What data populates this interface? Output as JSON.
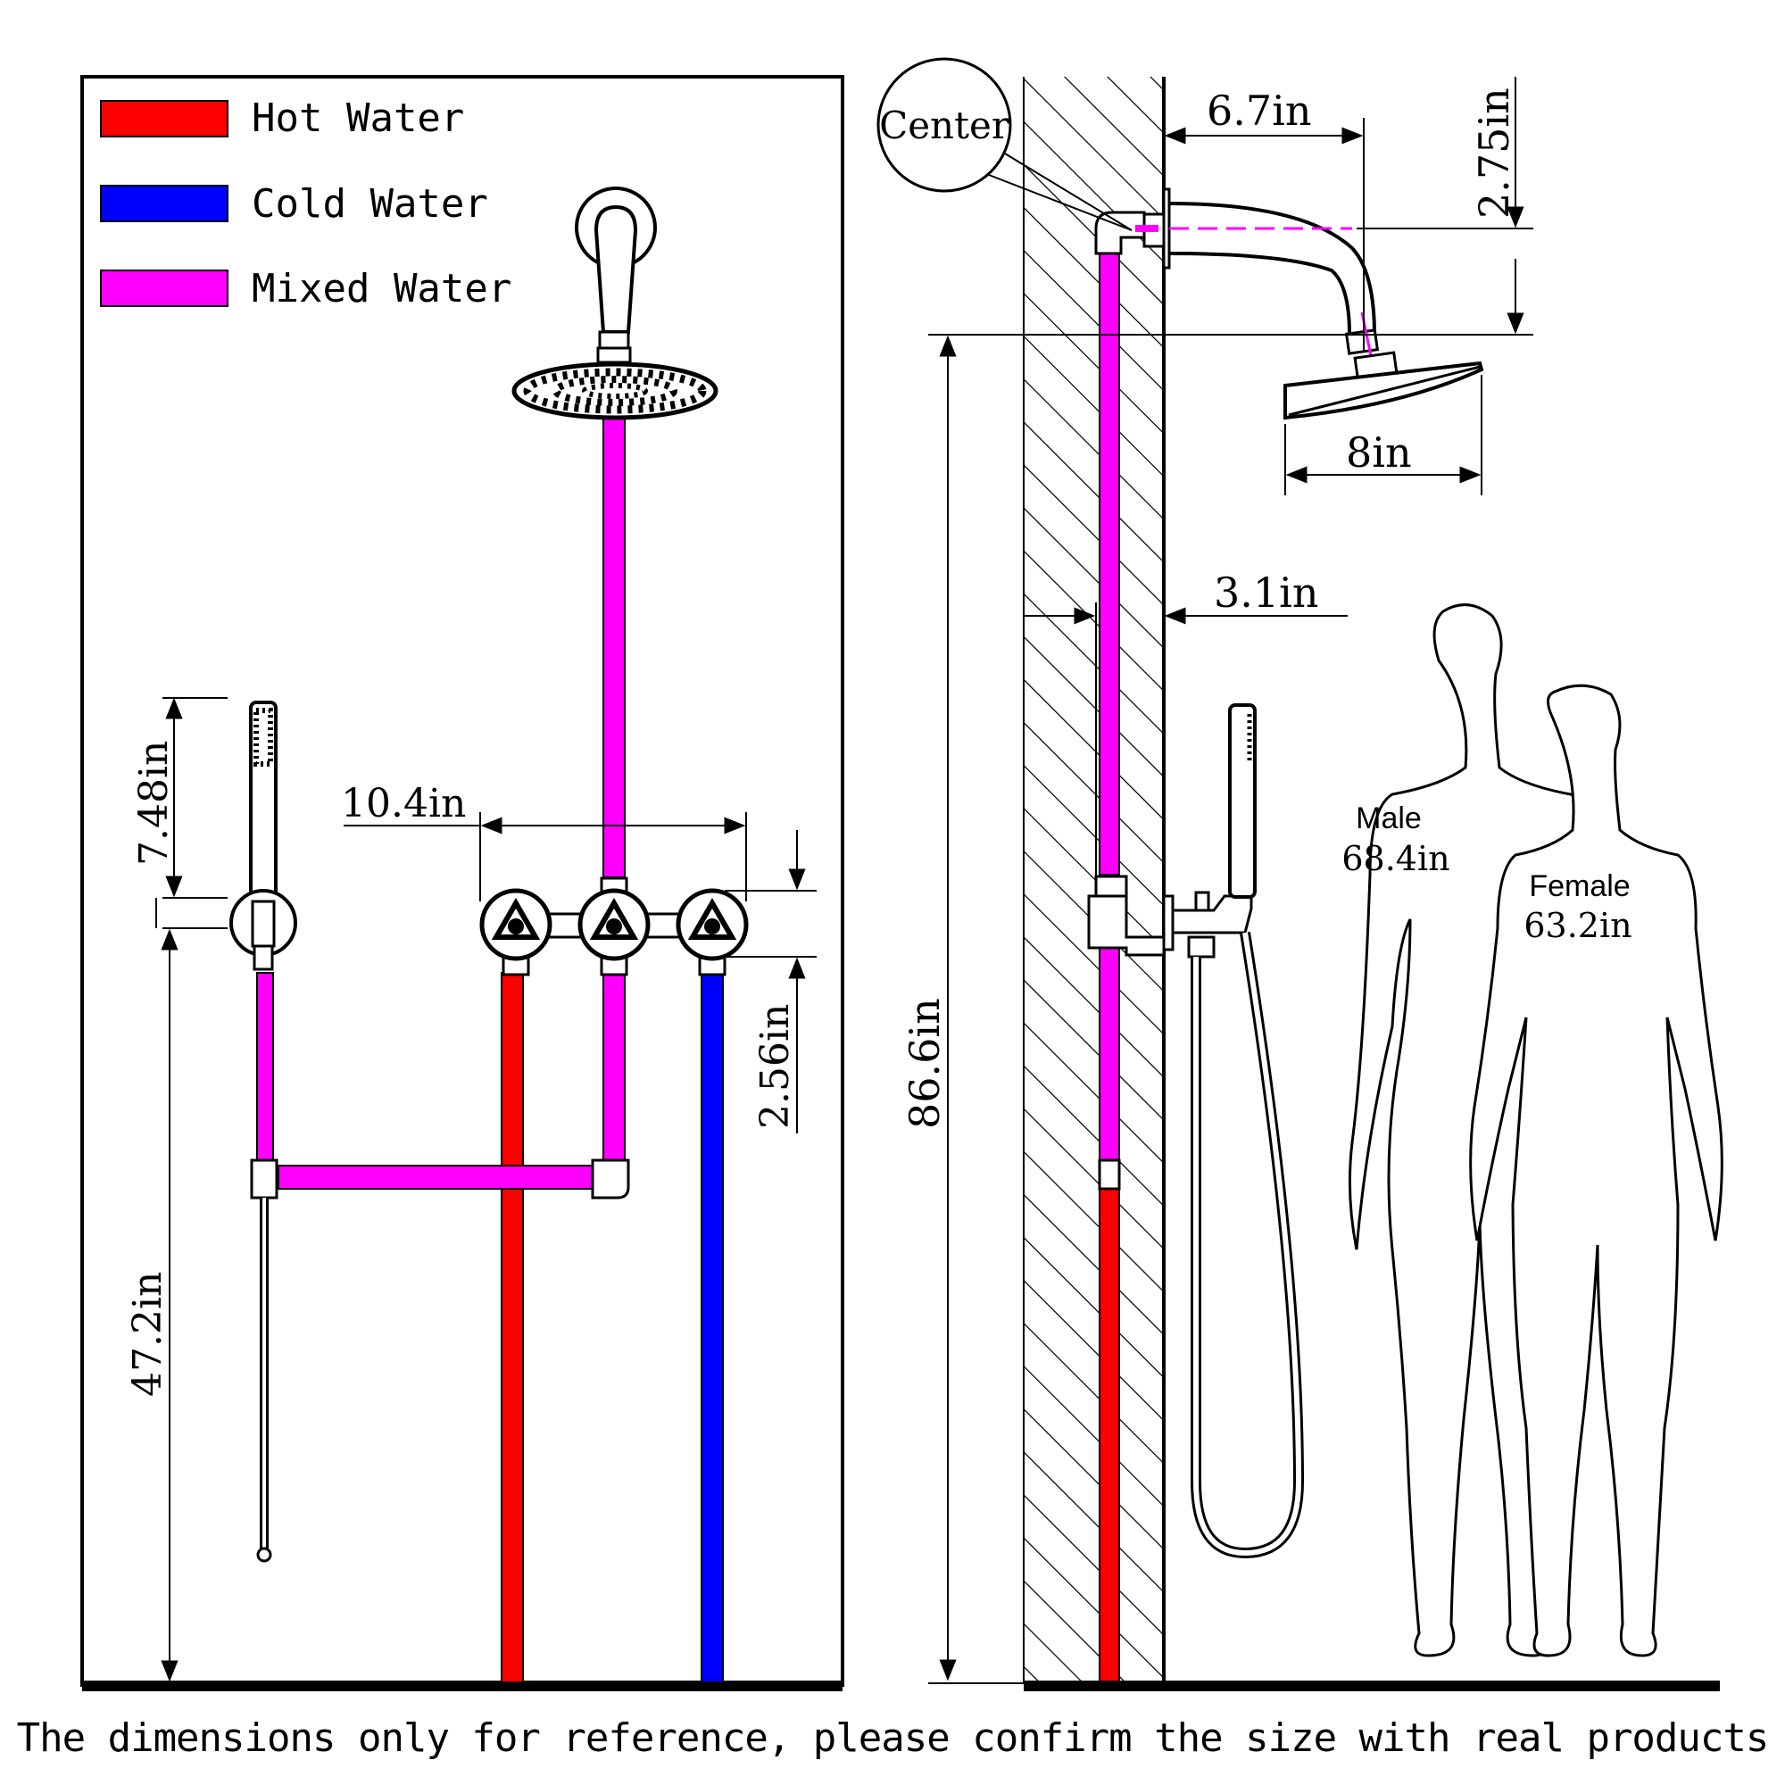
{
  "legend": {
    "hot": {
      "label": "Hot Water",
      "color": "#ff0000"
    },
    "cold": {
      "label": "Cold Water",
      "color": "#0000ff"
    },
    "mixed": {
      "label": "Mixed Water",
      "color": "#ff00ff"
    }
  },
  "front_view": {
    "valve_spacing": "10.4in",
    "handheld_length": "7.48in",
    "valve_height_offset": "2.56in",
    "handheld_holder_height": "47.2in"
  },
  "side_view": {
    "center_label": "Center",
    "arm_reach": "6.7in",
    "arm_drop": "2.75in",
    "head_diameter": "8in",
    "valve_depth": "3.1in",
    "total_height": "86.6in",
    "male_label": "Male",
    "male_height": "68.4in",
    "female_label": "Female",
    "female_height": "63.2in"
  },
  "footer": "The dimensions only for reference, please confirm the size with real products"
}
